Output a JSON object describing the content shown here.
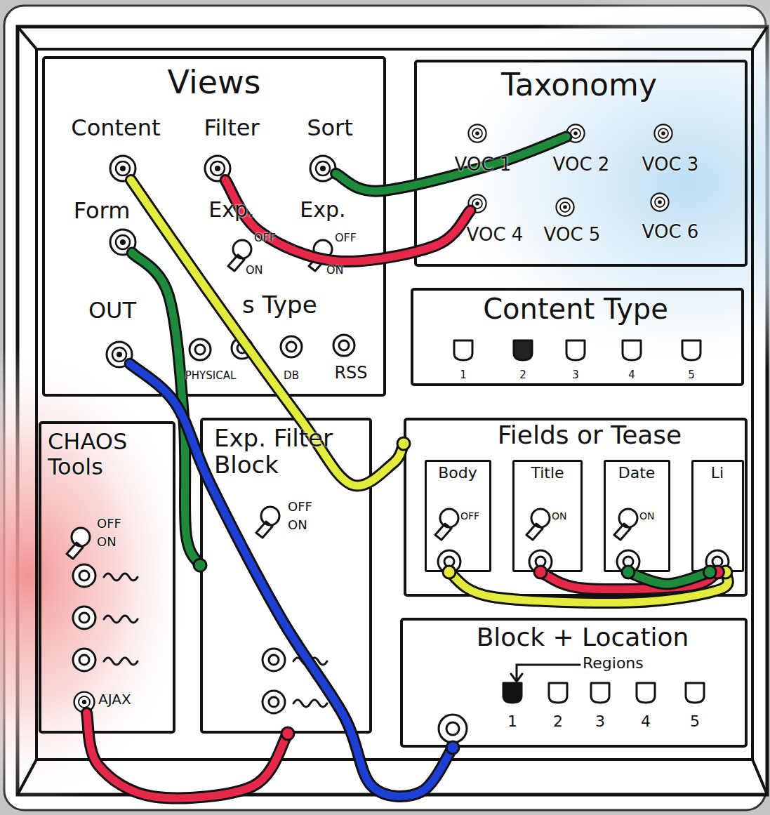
{
  "diagram": {
    "nodes": [
      {
        "text": [
          "Views"
        ]
      },
      {
        "text": [
          "Content"
        ],
        "in": 0
      },
      {
        "text": [
          "Filter"
        ],
        "in": 0
      },
      {
        "text": [
          "Sort"
        ],
        "in": 0
      },
      {
        "text": [
          "Form"
        ],
        "in": 0
      },
      {
        "text": [
          "OUT"
        ],
        "in": 0
      },
      {
        "text": [
          "Taxonomy"
        ]
      },
      {
        "text": [
          "VOC 1"
        ],
        "in": 6
      },
      {
        "text": [
          "VOC 2"
        ],
        "in": 6
      },
      {
        "text": [
          "VOC 3"
        ],
        "in": 6
      },
      {
        "text": [
          "VOC 4"
        ],
        "in": 6
      },
      {
        "text": [
          "VOC 5"
        ],
        "in": 6
      },
      {
        "text": [
          "VOC 6"
        ],
        "in": 6
      },
      {
        "text": [
          "Content Type"
        ]
      },
      {
        "text": [
          "CHAOS Tools"
        ]
      },
      {
        "text": [
          "AJAX"
        ],
        "in": 14
      },
      {
        "text": [
          "Exp. Filter Block"
        ]
      },
      {
        "text": [
          "Fields or Tease"
        ]
      },
      {
        "text": [
          "Body"
        ],
        "in": 17
      },
      {
        "text": [
          "Title"
        ],
        "in": 17
      },
      {
        "text": [
          "Date"
        ],
        "in": 17
      },
      {
        "text": [
          "Li"
        ],
        "in": 17
      },
      {
        "text": [
          "Block + Location"
        ]
      }
    ],
    "edges": [
      {
        "from": 1,
        "to": 17,
        "arrow": "none"
      },
      {
        "from": 2,
        "to": 10,
        "arrow": "none"
      },
      {
        "from": 3,
        "to": 8,
        "arrow": "none"
      },
      {
        "from": 4,
        "to": 16,
        "arrow": "none"
      },
      {
        "from": 5,
        "to": 22,
        "arrow": "none"
      },
      {
        "from": 18,
        "to": 21,
        "arrow": "none"
      },
      {
        "from": 19,
        "to": 21,
        "arrow": "none"
      },
      {
        "from": 20,
        "to": 21,
        "arrow": "none"
      },
      {
        "from": 15,
        "to": 16,
        "arrow": "none"
      }
    ],
    "labels": [
      "Exp.",
      "Exp.",
      "OFF",
      "ON",
      "OFF",
      "ON",
      "s Type",
      "PHYSICAL",
      "DB",
      "RSS",
      "1",
      "2",
      "3",
      "4",
      "5",
      "OFF",
      "ON",
      "OFF",
      "ON",
      "OFF",
      "ON",
      "ON",
      "Regions",
      "1",
      "2",
      "3",
      "4",
      "5"
    ]
  }
}
